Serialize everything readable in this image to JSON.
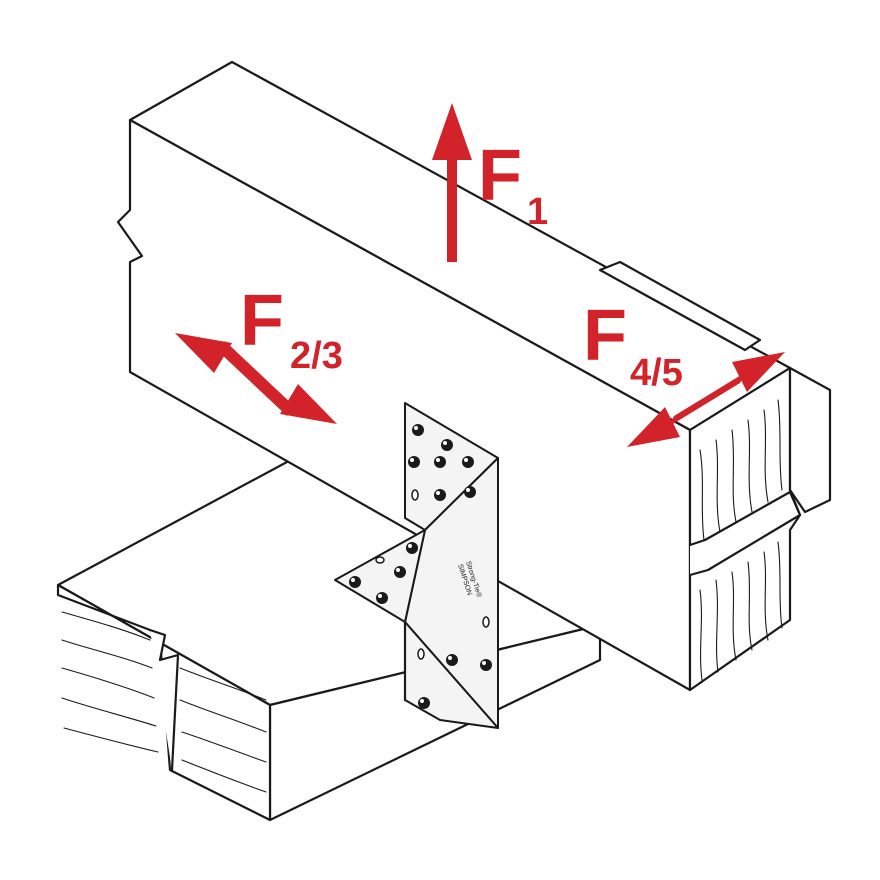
{
  "forces": {
    "f1": {
      "main": "F",
      "sub": "1"
    },
    "f23": {
      "main": "F",
      "sub": "2/3"
    },
    "f45": {
      "main": "F",
      "sub": "4/5"
    }
  },
  "bracket": {
    "stamp_line1": "SIMPSON",
    "stamp_line2": "Strong-Tie®"
  },
  "colors": {
    "force_arrow": "#d2232a",
    "line": "#1a1a1a"
  },
  "icons": {
    "connector": "angle-bracket-icon",
    "arrow": "arrow-icon"
  }
}
